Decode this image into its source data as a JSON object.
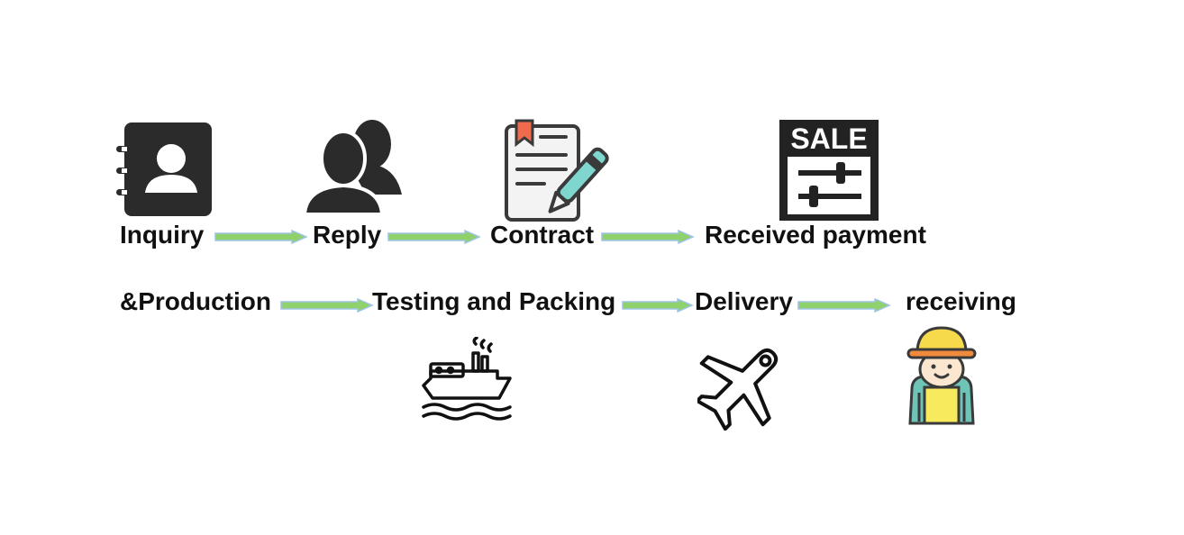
{
  "steps_row1": [
    "Inquiry",
    "Reply",
    "Contract",
    "Received payment"
  ],
  "steps_row2": [
    "&Production",
    "Testing and Packing",
    "Delivery",
    "receiving"
  ],
  "sale_sign_text": "SALE",
  "icons": [
    "address-book-icon",
    "users-icon",
    "contract-pen-icon",
    "sale-sign-icon",
    "ship-icon",
    "airplane-icon",
    "courier-person-icon"
  ],
  "colors": {
    "arrow_fill": "#8fd16a",
    "arrow_outline": "#9ec3e6",
    "icon_dark": "#2b2b2b"
  }
}
